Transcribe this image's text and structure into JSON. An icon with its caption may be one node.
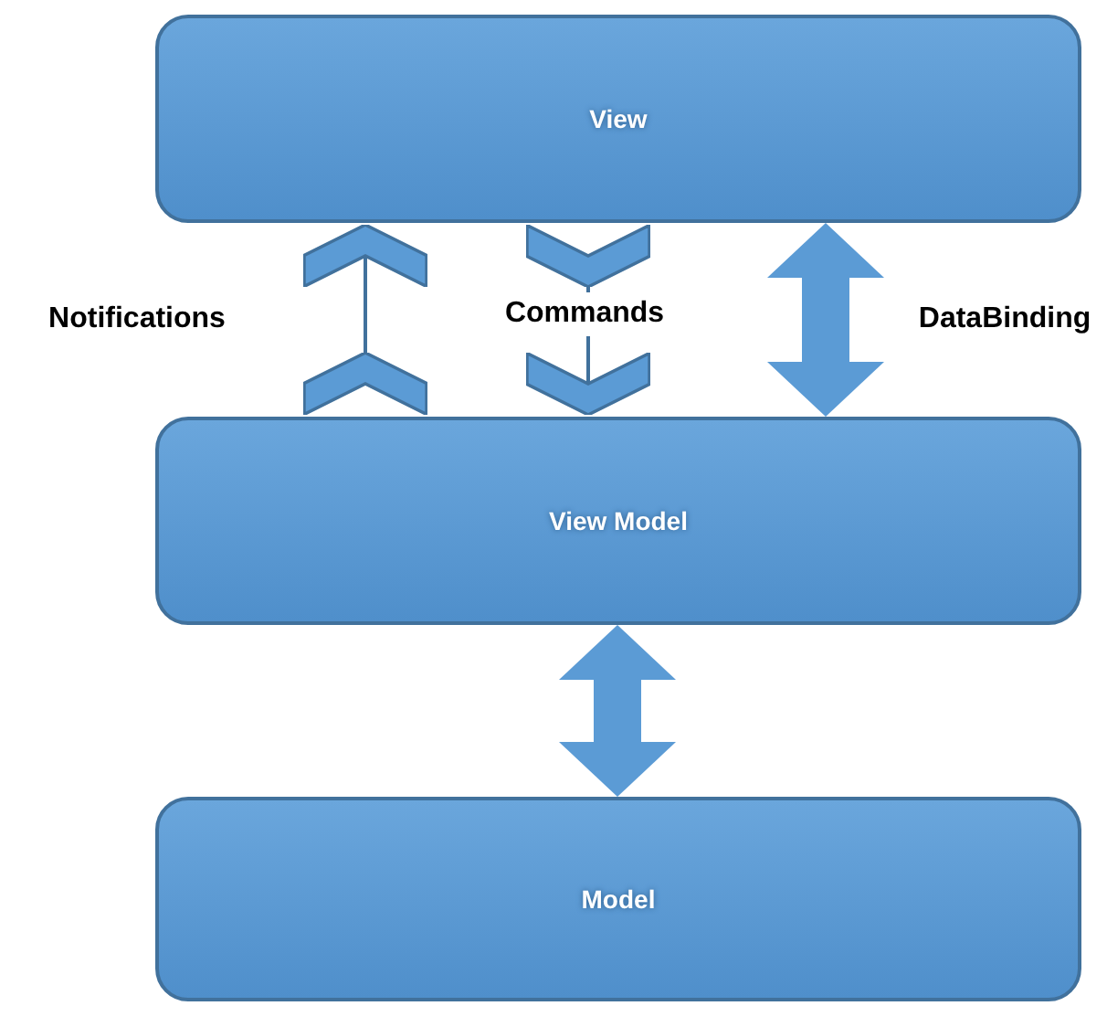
{
  "diagram": {
    "nodes": [
      {
        "text": [
          "View"
        ]
      },
      {
        "text": [
          "View Model"
        ]
      },
      {
        "text": [
          "Model"
        ]
      }
    ],
    "edges": [
      {
        "from": 1,
        "to": 0,
        "arrow": "to",
        "label": "Notifications"
      },
      {
        "from": 0,
        "to": 1,
        "arrow": "to",
        "label": "Commands"
      },
      {
        "from": 0,
        "to": 1,
        "arrow": "both",
        "label": "DataBinding",
        "style": "thick"
      },
      {
        "from": 1,
        "to": 2,
        "arrow": "both",
        "style": "thick"
      }
    ]
  }
}
